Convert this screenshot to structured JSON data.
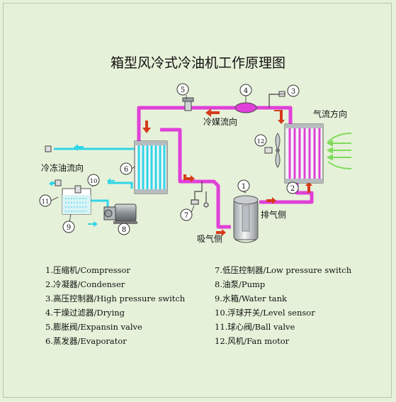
{
  "title": "箱型风冷式冷油机工作原理图",
  "flow_labels": {
    "refrigerant": "冷媒流向",
    "airflow": "气流方向",
    "oil": "冷冻油流向",
    "exhaust": "排气侧",
    "suction": "吸气侧"
  },
  "callouts": [
    "1",
    "2",
    "3",
    "4",
    "5",
    "6",
    "7",
    "8",
    "9",
    "10",
    "11",
    "12"
  ],
  "legend": [
    {
      "num": "1.",
      "text": "压缩机/Compressor"
    },
    {
      "num": "2.",
      "text": "冷凝器/Condenser"
    },
    {
      "num": "3.",
      "text": "高压控制器/High pressure switch"
    },
    {
      "num": "4.",
      "text": "干燥过滤器/Drying"
    },
    {
      "num": "5.",
      "text": "膨胀阀/Expansin valve"
    },
    {
      "num": "6.",
      "text": "蒸发器/Evaporator"
    },
    {
      "num": "7.",
      "text": "低压控制器/Low pressure switch"
    },
    {
      "num": "8.",
      "text": "油泵/Pump"
    },
    {
      "num": "9.",
      "text": "水箱/Water tank"
    },
    {
      "num": "10.",
      "text": "浮球开关/Level sensor"
    },
    {
      "num": "11.",
      "text": "球心阀/Ball valve"
    },
    {
      "num": "12.",
      "text": "风机/Fan motor"
    }
  ],
  "colors": {
    "refrigerant_pipe": "#e040d8",
    "oil_pipe": "#2fd6e6",
    "arrow": "#d63a1a",
    "background": "#e6f1d9"
  }
}
